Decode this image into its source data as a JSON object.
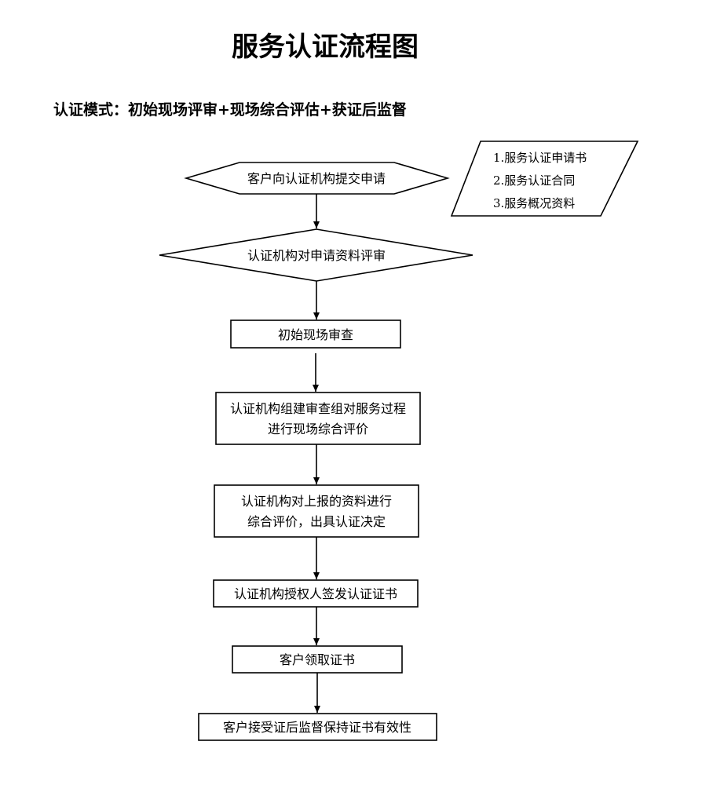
{
  "title": "服务认证流程图",
  "subtitle": "认证模式：初始现场评审+现场综合评估+获证后监督",
  "materials": {
    "items": [
      "1.服务认证申请书",
      "2.服务认证合同",
      "3.服务概况资料"
    ]
  },
  "steps": [
    {
      "shape": "hexagon",
      "lines": [
        "客户向认证机构提交申请"
      ]
    },
    {
      "shape": "diamond",
      "lines": [
        "认证机构对申请资料评审"
      ]
    },
    {
      "shape": "rect",
      "lines": [
        "初始现场审查"
      ]
    },
    {
      "shape": "rect",
      "lines": [
        "认证机构组建审查组对服务过程",
        "进行现场综合评价"
      ]
    },
    {
      "shape": "rect",
      "lines": [
        "认证机构对上报的资料进行",
        "综合评价，出具认证决定"
      ]
    },
    {
      "shape": "rect",
      "lines": [
        "认证机构授权人签发认证证书"
      ]
    },
    {
      "shape": "rect",
      "lines": [
        "客户领取证书"
      ]
    },
    {
      "shape": "rect",
      "lines": [
        "客户接受证后监督保持证书有效性"
      ]
    }
  ]
}
